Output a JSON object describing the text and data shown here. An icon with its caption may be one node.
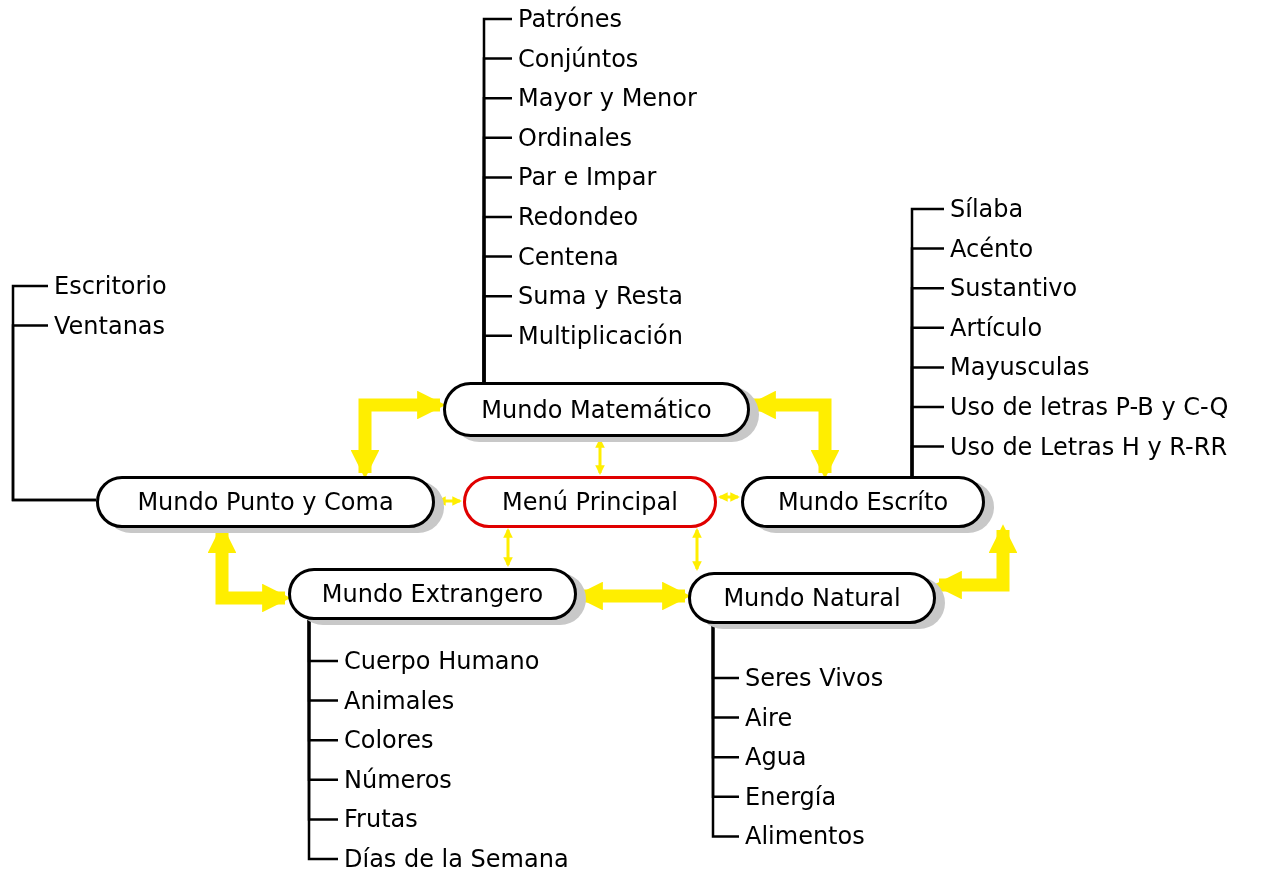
{
  "diagram": {
    "nodes": [
      {
        "text": [
          "Menú Principal"
        ]
      },
      {
        "text": [
          "Mundo Matemático"
        ]
      },
      {
        "text": [
          "Mundo Punto y Coma"
        ]
      },
      {
        "text": [
          "Mundo Escríto"
        ]
      },
      {
        "text": [
          "Mundo Extrangero"
        ]
      },
      {
        "text": [
          "Mundo Natural"
        ]
      },
      {
        "text": [
          "Patrónes"
        ]
      },
      {
        "text": [
          "Conjúntos"
        ]
      },
      {
        "text": [
          "Mayor y Menor"
        ]
      },
      {
        "text": [
          "Ordinales"
        ]
      },
      {
        "text": [
          "Par e Impar"
        ]
      },
      {
        "text": [
          "Redondeo"
        ]
      },
      {
        "text": [
          "Centena"
        ]
      },
      {
        "text": [
          "Suma y Resta"
        ]
      },
      {
        "text": [
          "Multiplicación"
        ]
      },
      {
        "text": [
          "Escritorio"
        ]
      },
      {
        "text": [
          "Ventanas"
        ]
      },
      {
        "text": [
          "Sílaba"
        ]
      },
      {
        "text": [
          "Acénto"
        ]
      },
      {
        "text": [
          "Sustantivo"
        ]
      },
      {
        "text": [
          "Artículo"
        ]
      },
      {
        "text": [
          "Mayusculas"
        ]
      },
      {
        "text": [
          "Uso de letras P-B y C-Q"
        ]
      },
      {
        "text": [
          "Uso de Letras H y R-RR"
        ]
      },
      {
        "text": [
          "Cuerpo Humano"
        ]
      },
      {
        "text": [
          "Animales"
        ]
      },
      {
        "text": [
          "Colores"
        ]
      },
      {
        "text": [
          "Números"
        ]
      },
      {
        "text": [
          "Frutas"
        ]
      },
      {
        "text": [
          "Días de la Semana"
        ]
      },
      {
        "text": [
          "Seres Vivos"
        ]
      },
      {
        "text": [
          "Aire"
        ]
      },
      {
        "text": [
          "Agua"
        ]
      },
      {
        "text": [
          "Energía"
        ]
      },
      {
        "text": [
          "Alimentos"
        ]
      }
    ],
    "edges": [
      {
        "from": 0,
        "to": 1,
        "arrow": "both",
        "color": "#ffee00"
      },
      {
        "from": 0,
        "to": 2,
        "arrow": "both",
        "color": "#ffee00"
      },
      {
        "from": 0,
        "to": 3,
        "arrow": "both",
        "color": "#ffee00"
      },
      {
        "from": 0,
        "to": 4,
        "arrow": "both",
        "color": "#ffee00"
      },
      {
        "from": 0,
        "to": 5,
        "arrow": "both",
        "color": "#ffee00"
      },
      {
        "from": 2,
        "to": 1,
        "arrow": "both",
        "style": "thick",
        "color": "#ffee00"
      },
      {
        "from": 1,
        "to": 3,
        "arrow": "both",
        "style": "thick",
        "color": "#ffee00"
      },
      {
        "from": 3,
        "to": 5,
        "arrow": "both",
        "style": "thick",
        "color": "#ffee00"
      },
      {
        "from": 5,
        "to": 4,
        "arrow": "both",
        "style": "thick",
        "color": "#ffee00"
      },
      {
        "from": 4,
        "to": 2,
        "arrow": "both",
        "style": "thick",
        "color": "#ffee00"
      },
      {
        "from": 1,
        "to": 6,
        "arrow": "none"
      },
      {
        "from": 1,
        "to": 7,
        "arrow": "none"
      },
      {
        "from": 1,
        "to": 8,
        "arrow": "none"
      },
      {
        "from": 1,
        "to": 9,
        "arrow": "none"
      },
      {
        "from": 1,
        "to": 10,
        "arrow": "none"
      },
      {
        "from": 1,
        "to": 11,
        "arrow": "none"
      },
      {
        "from": 1,
        "to": 12,
        "arrow": "none"
      },
      {
        "from": 1,
        "to": 13,
        "arrow": "none"
      },
      {
        "from": 1,
        "to": 14,
        "arrow": "none"
      },
      {
        "from": 2,
        "to": 15,
        "arrow": "none"
      },
      {
        "from": 2,
        "to": 16,
        "arrow": "none"
      },
      {
        "from": 3,
        "to": 17,
        "arrow": "none"
      },
      {
        "from": 3,
        "to": 18,
        "arrow": "none"
      },
      {
        "from": 3,
        "to": 19,
        "arrow": "none"
      },
      {
        "from": 3,
        "to": 20,
        "arrow": "none"
      },
      {
        "from": 3,
        "to": 21,
        "arrow": "none"
      },
      {
        "from": 3,
        "to": 22,
        "arrow": "none"
      },
      {
        "from": 3,
        "to": 23,
        "arrow": "none"
      },
      {
        "from": 4,
        "to": 24,
        "arrow": "none"
      },
      {
        "from": 4,
        "to": 25,
        "arrow": "none"
      },
      {
        "from": 4,
        "to": 26,
        "arrow": "none"
      },
      {
        "from": 4,
        "to": 27,
        "arrow": "none"
      },
      {
        "from": 4,
        "to": 28,
        "arrow": "none"
      },
      {
        "from": 4,
        "to": 29,
        "arrow": "none"
      },
      {
        "from": 5,
        "to": 30,
        "arrow": "none"
      },
      {
        "from": 5,
        "to": 31,
        "arrow": "none"
      },
      {
        "from": 5,
        "to": 32,
        "arrow": "none"
      },
      {
        "from": 5,
        "to": 33,
        "arrow": "none"
      },
      {
        "from": 5,
        "to": 34,
        "arrow": "none"
      }
    ]
  }
}
